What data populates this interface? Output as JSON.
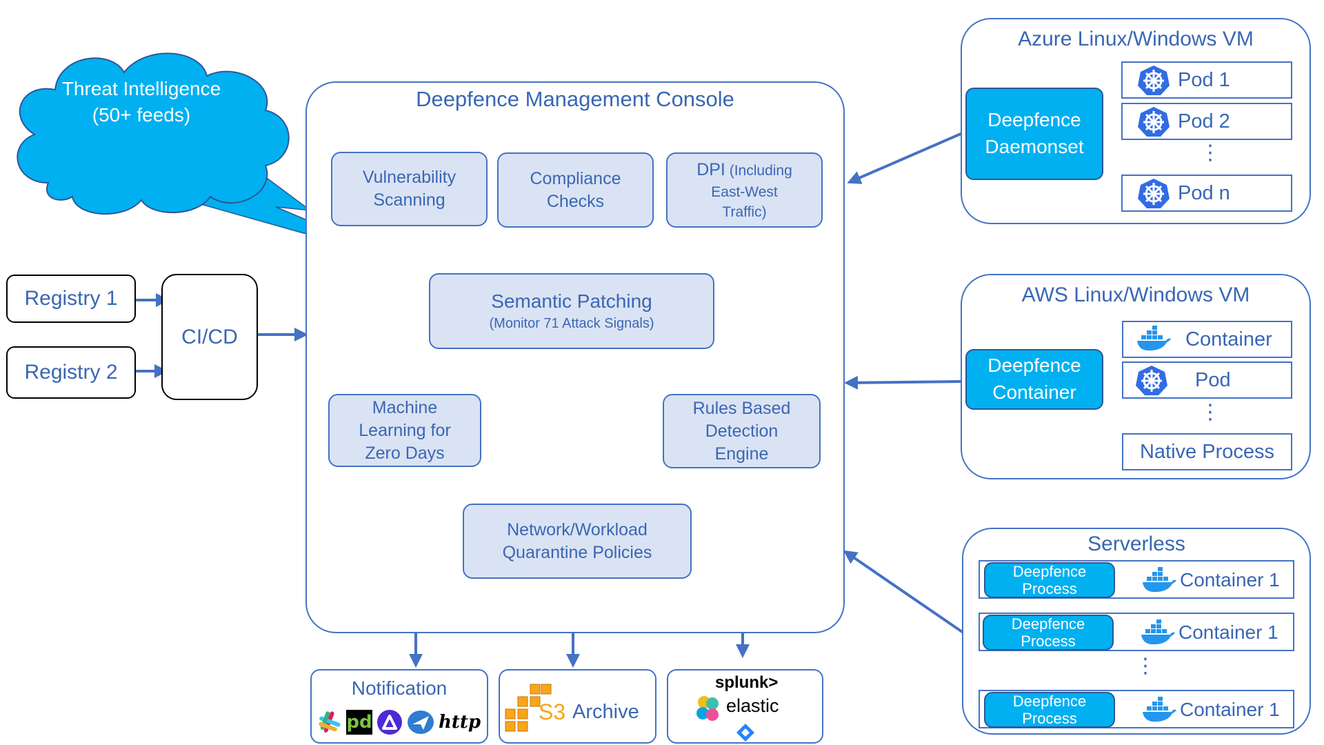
{
  "threat": {
    "line1": "Threat Intelligence",
    "line2": "(50+ feeds)"
  },
  "registries": {
    "r1": "Registry 1",
    "r2": "Registry 2",
    "cicd": "CI/CD"
  },
  "console": {
    "title": "Deepfence Management Console",
    "vuln": {
      "l1": "Vulnerability",
      "l2": "Scanning"
    },
    "compliance": {
      "l1": "Compliance",
      "l2": "Checks"
    },
    "dpi": {
      "l1a": "DPI",
      "l1b": "(Including",
      "l2": "East-West",
      "l3": "Traffic)"
    },
    "semantic": {
      "l1": "Semantic Patching",
      "l2": "(Monitor 71 Attack Signals)"
    },
    "ml": {
      "l1": "Machine",
      "l2": "Learning for",
      "l3": "Zero Days"
    },
    "rules": {
      "l1": "Rules Based",
      "l2": "Detection",
      "l3": "Engine"
    },
    "network": {
      "l1": "Network/Workload",
      "l2": "Quarantine Policies"
    }
  },
  "outputs": {
    "notification": "Notification",
    "http": "http",
    "pd": "pd",
    "s3": "S3",
    "archive": "Archive",
    "splunk": "splunk>",
    "elastic": "elastic"
  },
  "azure": {
    "title": "Azure Linux/Windows VM",
    "agent": {
      "l1": "Deepfence",
      "l2": "Daemonset"
    },
    "pods": [
      "Pod 1",
      "Pod 2",
      "Pod n"
    ],
    "dots": "⋮"
  },
  "aws": {
    "title": "AWS Linux/Windows VM",
    "agent": {
      "l1": "Deepfence",
      "l2": "Container"
    },
    "container": "Container",
    "pod": "Pod",
    "native": "Native Process",
    "dots": "⋮"
  },
  "serverless": {
    "title": "Serverless",
    "rows": [
      {
        "p1": "Deepfence",
        "p2": "Process",
        "container": "Container 1"
      },
      {
        "p1": "Deepfence",
        "p2": "Process",
        "container": "Container 1"
      },
      {
        "p1": "Deepfence",
        "p2": "Process",
        "container": "Container 1"
      }
    ],
    "dots": "⋮"
  },
  "colors": {
    "arrow": "#4472c4",
    "cyan": "#00b0f0",
    "light_box": "#dae3f3",
    "text": "#3a66b4"
  }
}
